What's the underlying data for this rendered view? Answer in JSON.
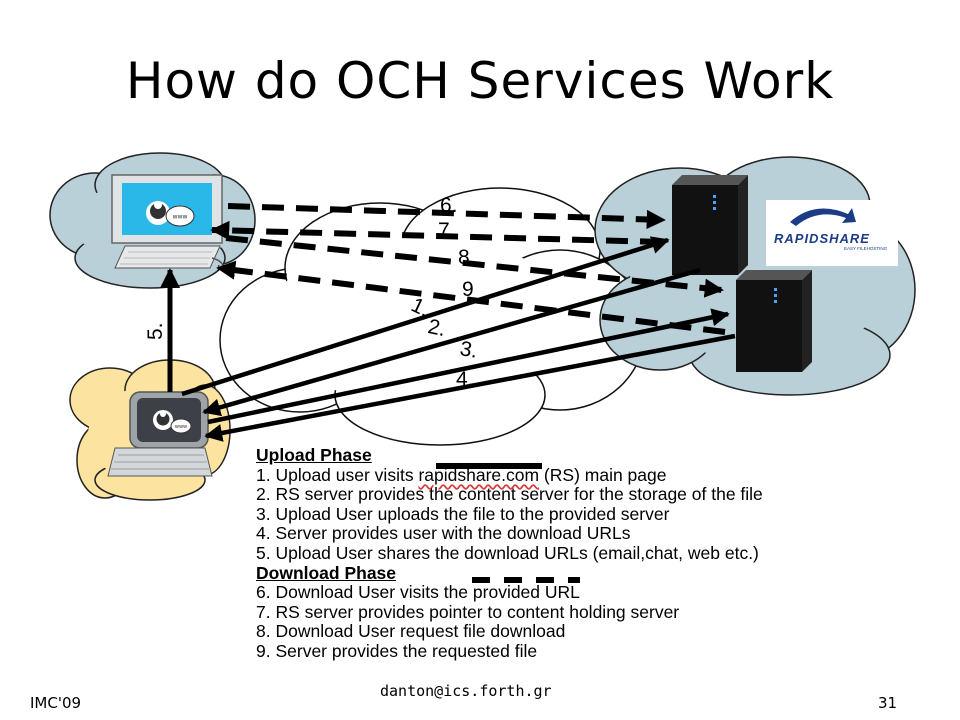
{
  "title": "How do OCH Services Work",
  "diagram": {
    "step_labels": [
      "1.",
      "2.",
      "3.",
      "4.",
      "5.",
      "6.",
      "7.",
      "8.",
      "9"
    ],
    "logo": {
      "brand": "RAPIDSHARE",
      "tagline": "EASY FILEHOSTING"
    },
    "screen_label": "www",
    "colors": {
      "cloud_gray": "#b9d0d8",
      "cloud_yellow": "#fde3a0",
      "cloud_white": "#ffffff",
      "server": "#111111",
      "screen": "#29b8e8"
    }
  },
  "legend": {
    "upload_heading": "Upload Phase",
    "upload_steps": [
      {
        "prefix": "1. Upload user visits ",
        "link": "rapidshare.com",
        "suffix": " (RS) main page"
      },
      {
        "text": "2. RS server provides the content server for the storage of the file"
      },
      {
        "text": "3. Upload User uploads the file to the provided server"
      },
      {
        "text": "4. Server provides user with the download URLs"
      },
      {
        "text": "5. Upload User shares the download URLs (email,chat, web etc.)"
      }
    ],
    "download_heading": "Download Phase",
    "download_steps": [
      {
        "text": "6. Download User visits the provided URL"
      },
      {
        "text": "7. RS server provides pointer to content holding server"
      },
      {
        "text": "8. Download User request file download"
      },
      {
        "text": "9. Server provides the requested file"
      }
    ]
  },
  "footer": {
    "left": "IMC'09",
    "center": "danton@ics.forth.gr",
    "right": "31"
  }
}
